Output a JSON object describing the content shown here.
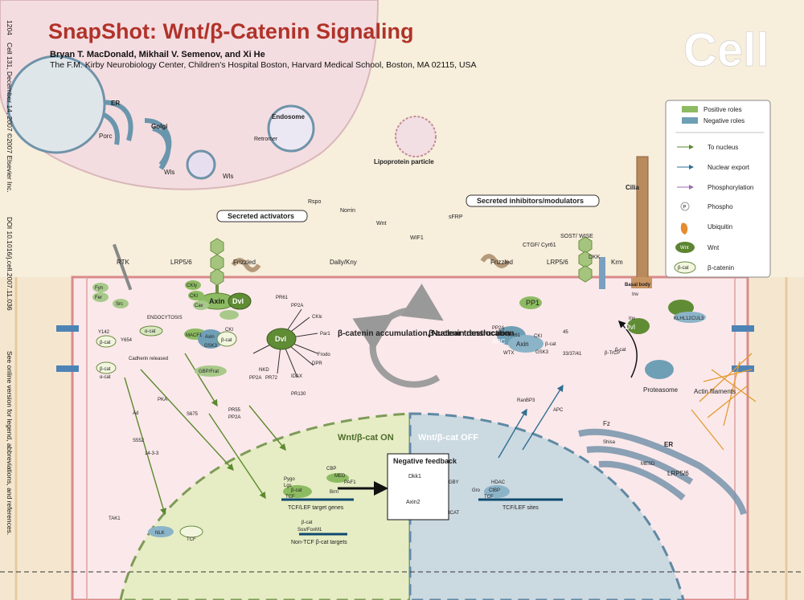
{
  "header": {
    "title": "SnapShot: Wnt/β-Catenin Signaling",
    "authors": "Bryan T. MacDonald, Mikhail V. Semenov, and Xi He",
    "affiliation": "The F.M. Kirby Neurobiology Center, Children's Hospital Boston, Harvard Medical School, Boston, MA 02115, USA",
    "logo": "Cell"
  },
  "side_note": {
    "page": "1204",
    "citation": "Cell 131, December 14, 2007 ©2007 Elsevier Inc.",
    "doi": "DOI 10.1016/j.cell.2007.11.036",
    "online": "See online version for legend, abbreviations, and references."
  },
  "legend": {
    "positive": "Positive roles",
    "negative": "Negative roles",
    "nucleus": "To nucleus",
    "export": "Nuclear export",
    "phos": "Phosphorylation",
    "phospho": "Phospho",
    "phospho_symbol": "P",
    "ubiquitin": "Ubiquitin",
    "wnt": "Wnt",
    "bcat": "β-catenin",
    "wnt_icon": "Wnt",
    "bcat_icon": "β-cat",
    "colors": {
      "positive": "#8dbb62",
      "negative": "#6f9fb5"
    }
  },
  "organelles": {
    "er": "ER",
    "golgi": "Golgi",
    "porc": "Porc",
    "wls1": "Wls",
    "wls2": "Wls",
    "endosome": "Endosome",
    "retromer": "Retromer",
    "lipoprotein": "Lipoprotein particle",
    "cilia": "Cilia",
    "basal_body": "Basal body",
    "proteasome": "Proteasome",
    "actin": "Actin filaments",
    "er2": "ER"
  },
  "boxes": {
    "activators": "Secreted activators",
    "inhibitors": "Secreted inhibitors/modulators",
    "feedback": "Negative feedback"
  },
  "secreted": {
    "rspo": "Rspo",
    "norrin": "Norrin",
    "wnt": "Wnt",
    "sfrp": "sFRP",
    "wif1": "WIF1",
    "ctgf": "CTGF/ Cyr61",
    "sost": "SOST/ WISE",
    "dkk": "DKK"
  },
  "receptors": {
    "rtk": "RTK",
    "lrp": "LRP5/6",
    "frizzled": "Frizzled",
    "dally": "Dally/Kny",
    "frizzled2": "Frizzled",
    "lrp2": "LRP5/6",
    "krm": "Krm",
    "fz": "Fz",
    "lrp3": "LRP5/6"
  },
  "proteins": {
    "fyn": "Fyn",
    "fer": "Fer",
    "src": "Src",
    "cki1": "CKIγ",
    "cki2": "CKI",
    "cav": "Cav",
    "axin": "Axin",
    "dvl": "Dvl",
    "endocytosis": "ENDOCYTOSIS",
    "macf1": "MACF1",
    "cki3": "CKI",
    "axin2": "Axin",
    "gsk3": "GSK3",
    "bcat_g": "β-cat",
    "gbp": "GBP/Frat",
    "pr61": "PR61",
    "pp2a": "PP2A",
    "cki_e": "CKIε",
    "dvl_c": "Dvl",
    "par1": "Par1",
    "frodo": "Frodo",
    "dpr": "DPR",
    "nkd": "NKD",
    "pp2a2": "PP2A",
    "pr72": "PR72",
    "idax": "IDAX",
    "pr130": "PR130",
    "y142": "Y142",
    "y654": "Y654",
    "bcat_m": "β-cat",
    "aact": "α-cat",
    "cadherin": "Cadherin released",
    "bcat_m2": "β-cat",
    "aact2": "α-cat",
    "pka": "PKA",
    "ad": "Ad",
    "s552": "S552",
    "s675": "S675",
    "p1433": "14-3-3",
    "pr55": "PR55",
    "pp2a3": "PP2A",
    "tak1": "TAK1",
    "nlk": "NLK",
    "tcf": "TCF",
    "pp1": "PP1",
    "pp2a4": "PP2A",
    "pr6": "PR61",
    "cki4": "CKI",
    "apc": "APC",
    "axin3": "Axin",
    "wtx": "WTX",
    "gsk3b": "GSK3",
    "bcat_d": "β-cat",
    "s45": "45",
    "s33": "33/37/41",
    "ranbp3": "RanBP3",
    "apc2": "APC",
    "inv1": "Inv",
    "inv2": "Inv",
    "dvl_r": "Dvl",
    "klhl": "KLHL12",
    "cul3": "CUL3",
    "bcat_r": "β-cat",
    "trcp": "β-TrCP",
    "shisa": "Shisa",
    "mesd": "MESD",
    "gby": "GBY",
    "icat": "ICAT",
    "groucho": "Gro",
    "hdac": "HDAC",
    "ctbp": "CtBP",
    "tcf_off": "TCF"
  },
  "center": {
    "accumulation": "β-catenin accumulation, Nuclear translocation",
    "destruction": "β-catenin destruction"
  },
  "nucleus": {
    "on": "Wnt/β-cat ON",
    "off": "Wnt/β-cat OFF",
    "pygo": "Pygo",
    "lgs": "Lgs",
    "cbp": "CBP",
    "med": "MED",
    "paf1": "PAF1",
    "brm": "Brm",
    "tcf_t": "TCF",
    "bcat_n": "β-cat",
    "target_genes": "TCF/LEF target genes",
    "dkk1": "Dkk1",
    "axin2_g": "Axin2",
    "bcat_sox": "β-cat",
    "sox": "Sox/FoxM1",
    "non_tcf": "Non-TCF β-cat targets",
    "sites": "TCF/LEF sites"
  }
}
